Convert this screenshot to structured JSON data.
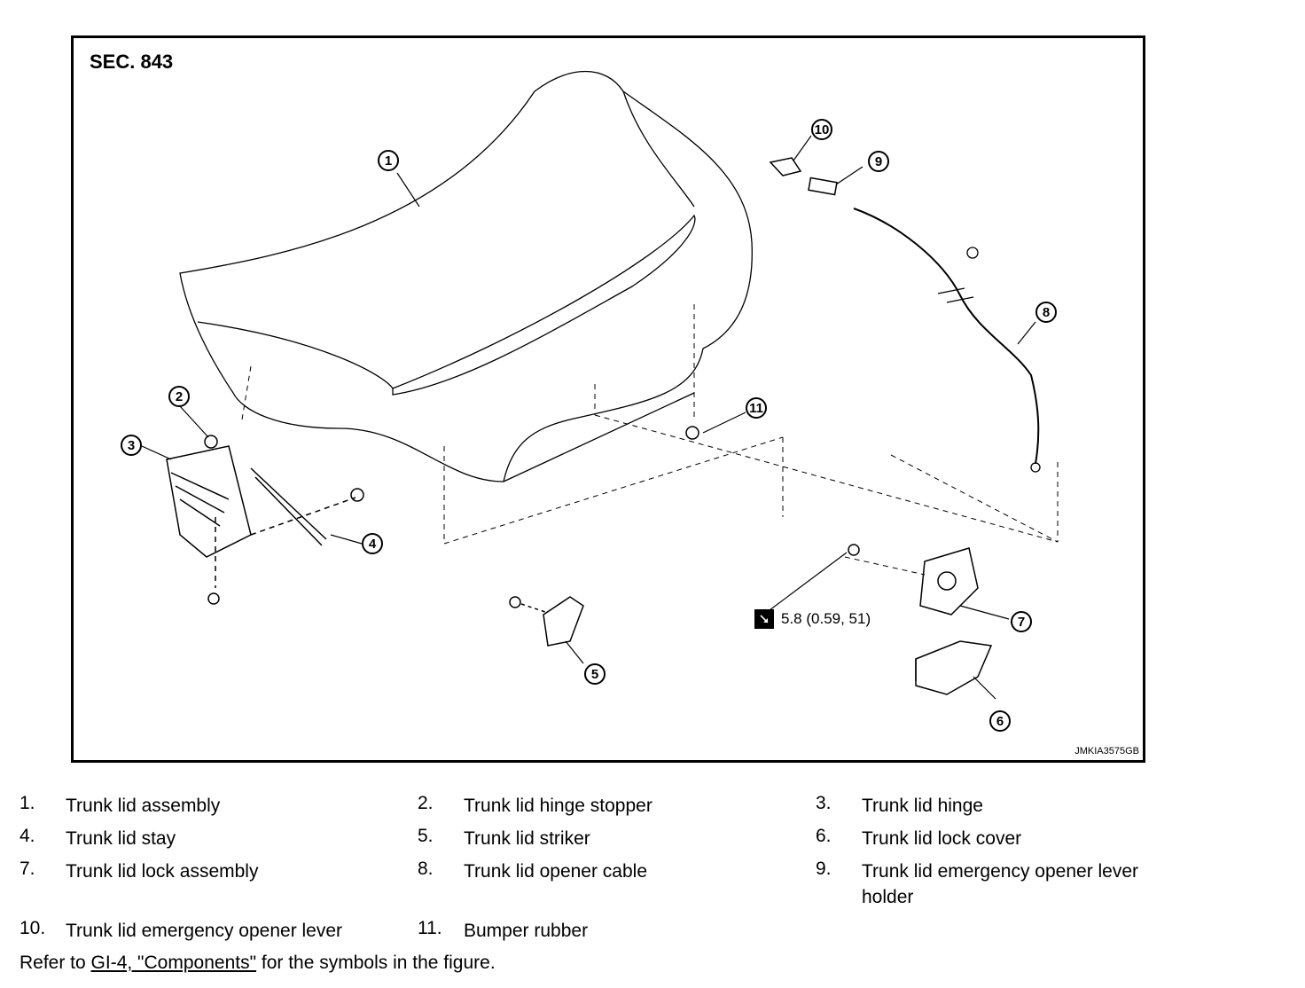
{
  "figure": {
    "section": "SEC. 843",
    "figure_id": "JMKIA3575GB",
    "torque": "5.8 (0.59, 51)",
    "callouts": [
      "1",
      "2",
      "3",
      "4",
      "5",
      "6",
      "7",
      "8",
      "9",
      "10",
      "11"
    ]
  },
  "legend": [
    {
      "num": "1.",
      "text": "Trunk lid assembly"
    },
    {
      "num": "2.",
      "text": "Trunk lid hinge stopper"
    },
    {
      "num": "3.",
      "text": "Trunk lid hinge"
    },
    {
      "num": "4.",
      "text": "Trunk lid stay"
    },
    {
      "num": "5.",
      "text": "Trunk lid striker"
    },
    {
      "num": "6.",
      "text": "Trunk lid lock cover"
    },
    {
      "num": "7.",
      "text": "Trunk lid lock assembly"
    },
    {
      "num": "8.",
      "text": "Trunk lid opener cable"
    },
    {
      "num": "9.",
      "text": "Trunk lid emergency opener lever holder"
    },
    {
      "num": "10.",
      "text": "Trunk lid emergency opener lever"
    },
    {
      "num": "11.",
      "text": "Bumper rubber"
    }
  ],
  "refer": {
    "prefix": "Refer to ",
    "link": "GI-4, \"Components\"",
    "suffix": " for the symbols in the figure."
  }
}
